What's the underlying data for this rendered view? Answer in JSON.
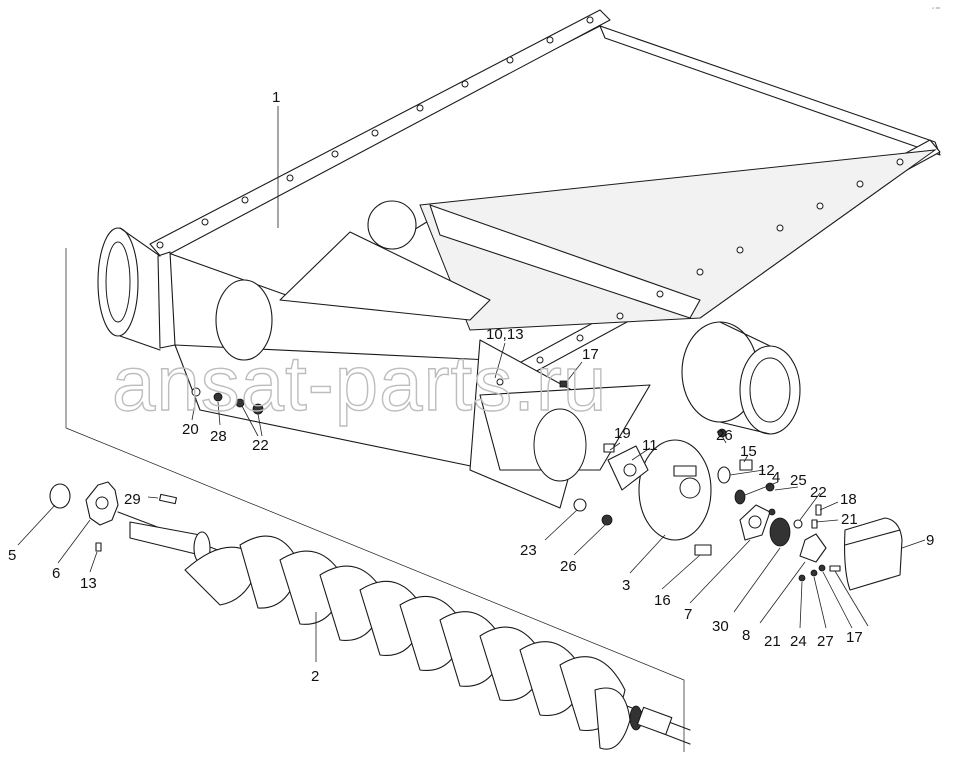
{
  "diagram": {
    "watermark": "ansat-parts.ru",
    "corner_mark": "▫ ═",
    "callouts": [
      {
        "id": "c1",
        "text": "1"
      },
      {
        "id": "c2",
        "text": "2"
      },
      {
        "id": "c3",
        "text": "3"
      },
      {
        "id": "c4",
        "text": "4"
      },
      {
        "id": "c5",
        "text": "5"
      },
      {
        "id": "c6",
        "text": "6"
      },
      {
        "id": "c7",
        "text": "7"
      },
      {
        "id": "c8",
        "text": "8"
      },
      {
        "id": "c9",
        "text": "9"
      },
      {
        "id": "c10",
        "text": "10,13"
      },
      {
        "id": "c11",
        "text": "11"
      },
      {
        "id": "c12",
        "text": "12"
      },
      {
        "id": "c13",
        "text": "13"
      },
      {
        "id": "c15",
        "text": "15"
      },
      {
        "id": "c16",
        "text": "16"
      },
      {
        "id": "c17a",
        "text": "17"
      },
      {
        "id": "c17b",
        "text": "17"
      },
      {
        "id": "c18",
        "text": "18"
      },
      {
        "id": "c19",
        "text": "19"
      },
      {
        "id": "c20",
        "text": "20"
      },
      {
        "id": "c21a",
        "text": "21"
      },
      {
        "id": "c21b",
        "text": "21"
      },
      {
        "id": "c22a",
        "text": "22"
      },
      {
        "id": "c22b",
        "text": "22"
      },
      {
        "id": "c23",
        "text": "23"
      },
      {
        "id": "c24",
        "text": "24"
      },
      {
        "id": "c25",
        "text": "25"
      },
      {
        "id": "c26a",
        "text": "26"
      },
      {
        "id": "c26b",
        "text": "26"
      },
      {
        "id": "c27",
        "text": "27"
      },
      {
        "id": "c28",
        "text": "28"
      },
      {
        "id": "c29",
        "text": "29"
      },
      {
        "id": "c30",
        "text": "30"
      }
    ]
  }
}
